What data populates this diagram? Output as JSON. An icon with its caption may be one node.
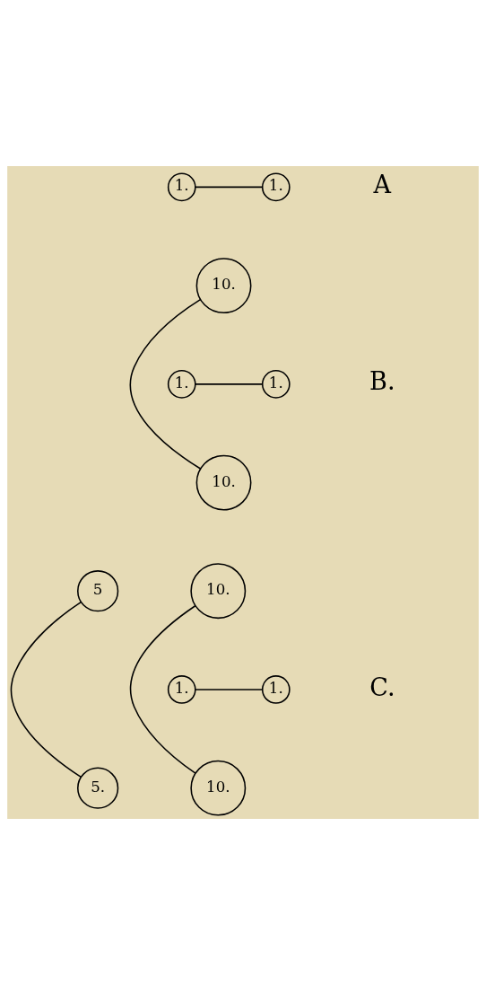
{
  "diagram": {
    "nodes": [
      {
        "text": [
          "1."
        ]
      },
      {
        "text": [
          "1."
        ]
      },
      {
        "text": [
          "10."
        ]
      },
      {
        "text": [
          "1."
        ]
      },
      {
        "text": [
          "1."
        ]
      },
      {
        "text": [
          "10."
        ]
      },
      {
        "text": [
          "5"
        ]
      },
      {
        "text": [
          "10."
        ]
      },
      {
        "text": [
          "1."
        ]
      },
      {
        "text": [
          "1."
        ]
      },
      {
        "text": [
          "10."
        ]
      },
      {
        "text": [
          "5."
        ]
      }
    ],
    "edges": [
      {
        "from": 0,
        "to": 1,
        "arrow": "none"
      },
      {
        "from": 2,
        "to": 5,
        "arrow": "none"
      },
      {
        "from": 3,
        "to": 4,
        "arrow": "none"
      },
      {
        "from": 6,
        "to": 11,
        "arrow": "none"
      },
      {
        "from": 7,
        "to": 10,
        "arrow": "none"
      },
      {
        "from": 8,
        "to": 9,
        "arrow": "none"
      }
    ],
    "labels": [
      "A",
      "B.",
      "C."
    ]
  }
}
